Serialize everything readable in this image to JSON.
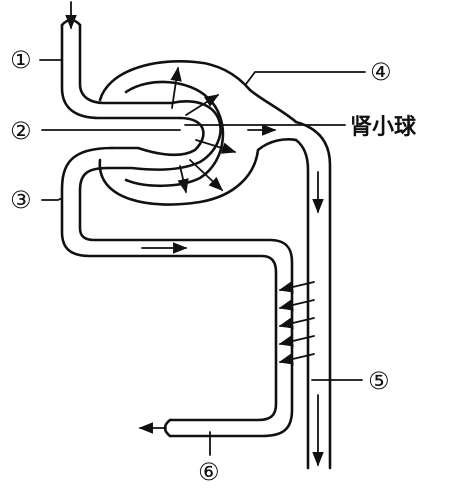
{
  "labels": {
    "one": "①",
    "two": "②",
    "three": "③",
    "four": "④",
    "five": "⑤",
    "six": "⑥",
    "renal_corpuscle": "肾小球"
  }
}
